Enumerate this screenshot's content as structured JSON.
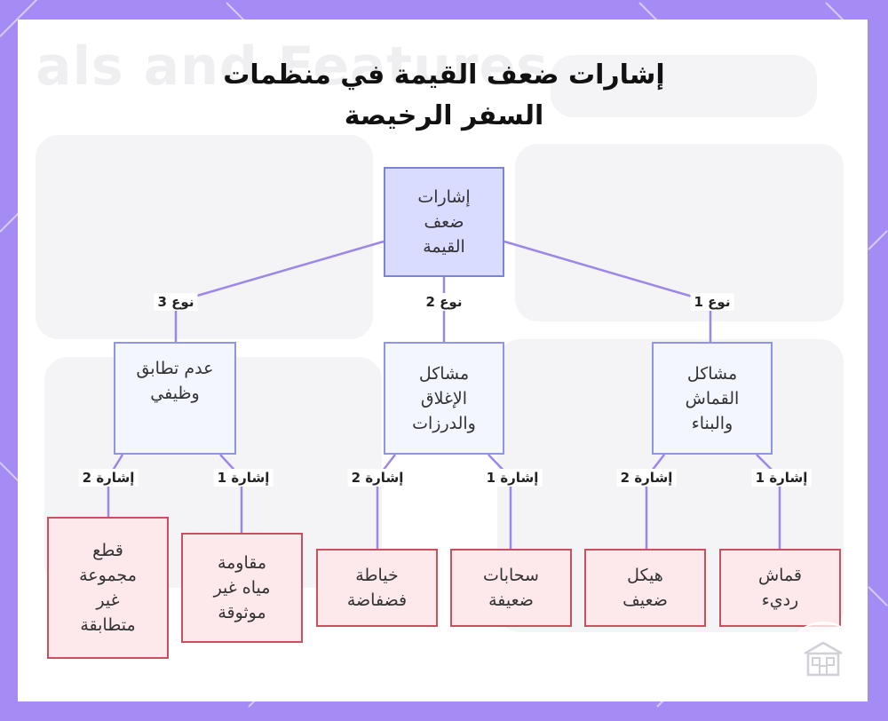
{
  "title_lines": [
    "إشارات ضعف القيمة في منظمات",
    "السفر الرخيصة"
  ],
  "background_text": "als and Features",
  "nodes": {
    "root": "إشارات ضعف القيمة",
    "type1": "مشاكل القماش والبناء",
    "type2": "مشاكل الإغلاق والدرزات",
    "type3": "عدم تطابق وظيفي",
    "t1s1": "قماش رديء",
    "t1s2": "هيكل ضعيف",
    "t2s1": "سحابات ضعيفة",
    "t2s2": "خياطة فضفاضة",
    "t3s1": "مقاومة مياه غير موثوقة",
    "t3s2": "قطع مجموعة غير متطابقة"
  },
  "edge_labels": {
    "type1": "نوع 1",
    "type2": "نوع 2",
    "type3": "نوع 3",
    "t1s1": "إشارة 1",
    "t1s2": "إشارة 2",
    "t2s1": "إشارة 1",
    "t2s2": "إشارة 2",
    "t3s1": "إشارة 1",
    "t3s2": "إشارة 2"
  },
  "colors": {
    "edge": "#9d86e9",
    "root_fill": "#d9dbff",
    "mid_fill": "#f3f6ff",
    "leaf_fill": "#fde8ec",
    "leaf_border": "#c9505c",
    "frame": "#a58cf5"
  },
  "icons": [
    "building-icon"
  ]
}
